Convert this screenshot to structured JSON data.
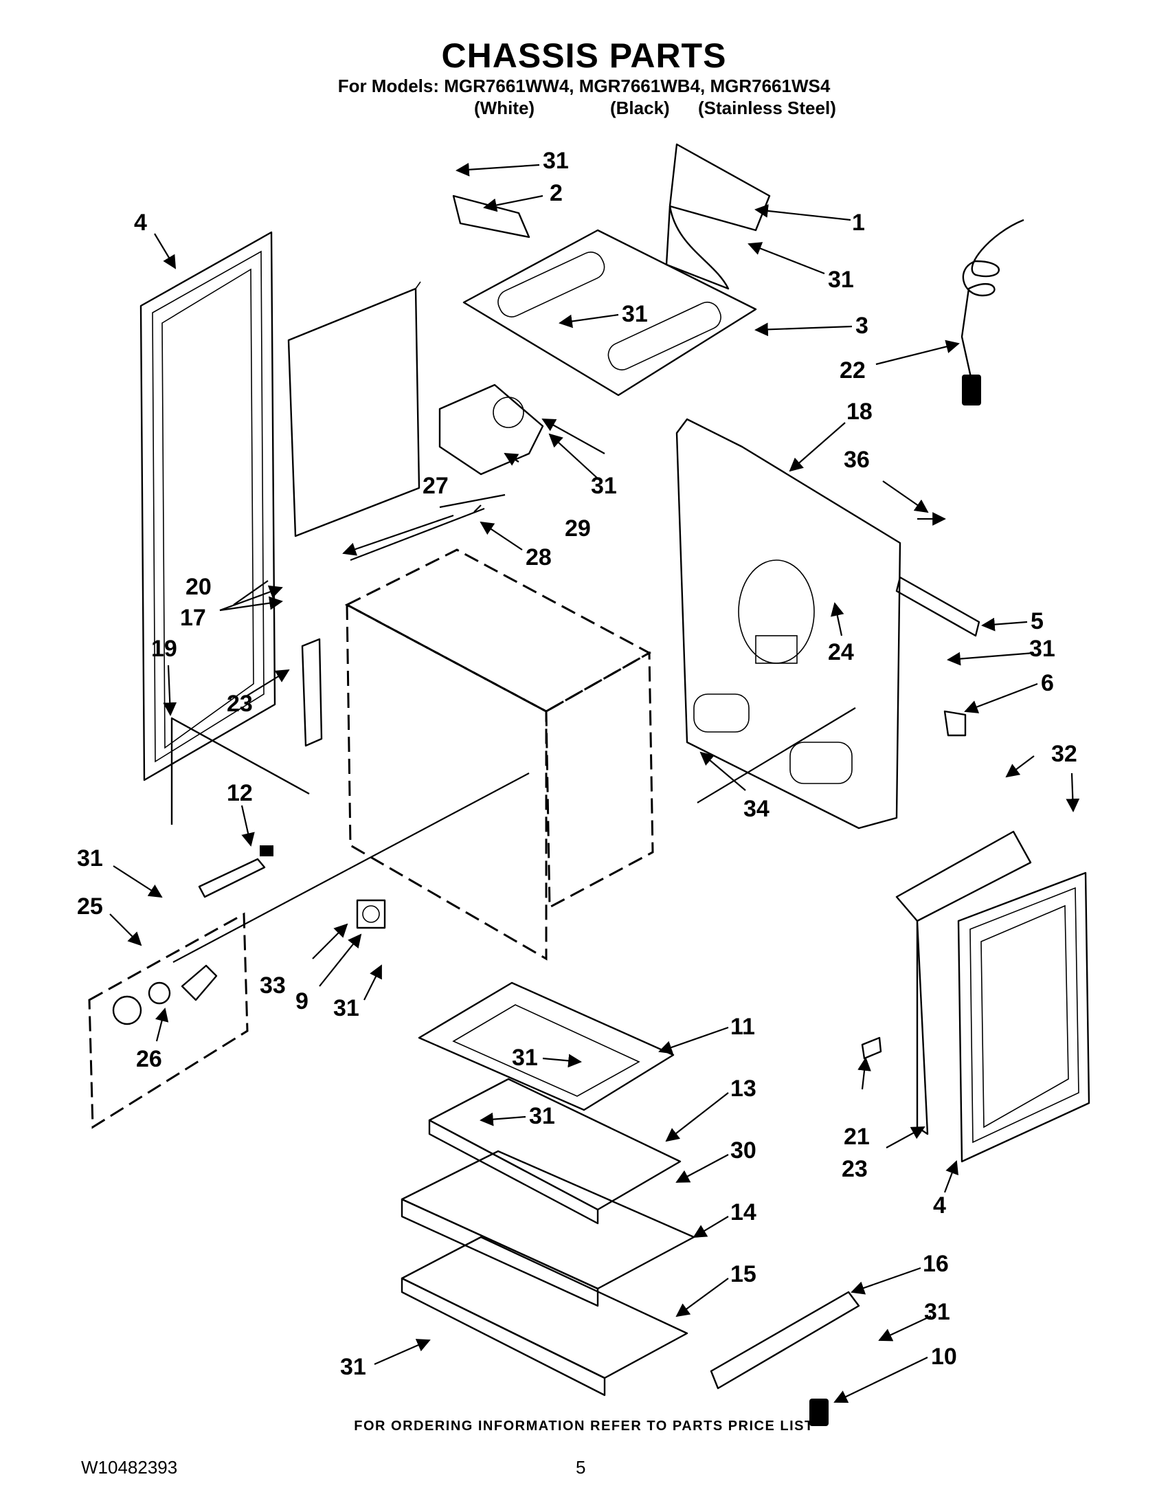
{
  "header": {
    "title": "CHASSIS PARTS",
    "models_line": "For Models: MGR7661WW4, MGR7661WB4, MGR7661WS4",
    "finish_white": "(White)",
    "finish_black": "(Black)",
    "finish_stainless": "(Stainless Steel)"
  },
  "callouts": {
    "c1": "1",
    "c2": "2",
    "c3": "3",
    "c4a": "4",
    "c4b": "4",
    "c5": "5",
    "c6": "6",
    "c9": "9",
    "c10": "10",
    "c11": "11",
    "c12": "12",
    "c13": "13",
    "c14": "14",
    "c15": "15",
    "c16": "16",
    "c17": "17",
    "c18": "18",
    "c19": "19",
    "c20": "20",
    "c21": "21",
    "c22": "22",
    "c23a": "23",
    "c23b": "23",
    "c24": "24",
    "c25": "25",
    "c26": "26",
    "c27": "27",
    "c28": "28",
    "c29": "29",
    "c30": "30",
    "c31a": "31",
    "c31b": "31",
    "c31c": "31",
    "c31d": "31",
    "c31e": "31",
    "c31f": "31",
    "c31g": "31",
    "c31h": "31",
    "c31i": "31",
    "c31j": "31",
    "c31k": "31",
    "c32": "32",
    "c33": "33",
    "c34": "34",
    "c36": "36"
  },
  "footer": {
    "ordering_note": "FOR ORDERING INFORMATION REFER TO PARTS PRICE LIST",
    "doc_number": "W10482393",
    "page_number": "5"
  }
}
